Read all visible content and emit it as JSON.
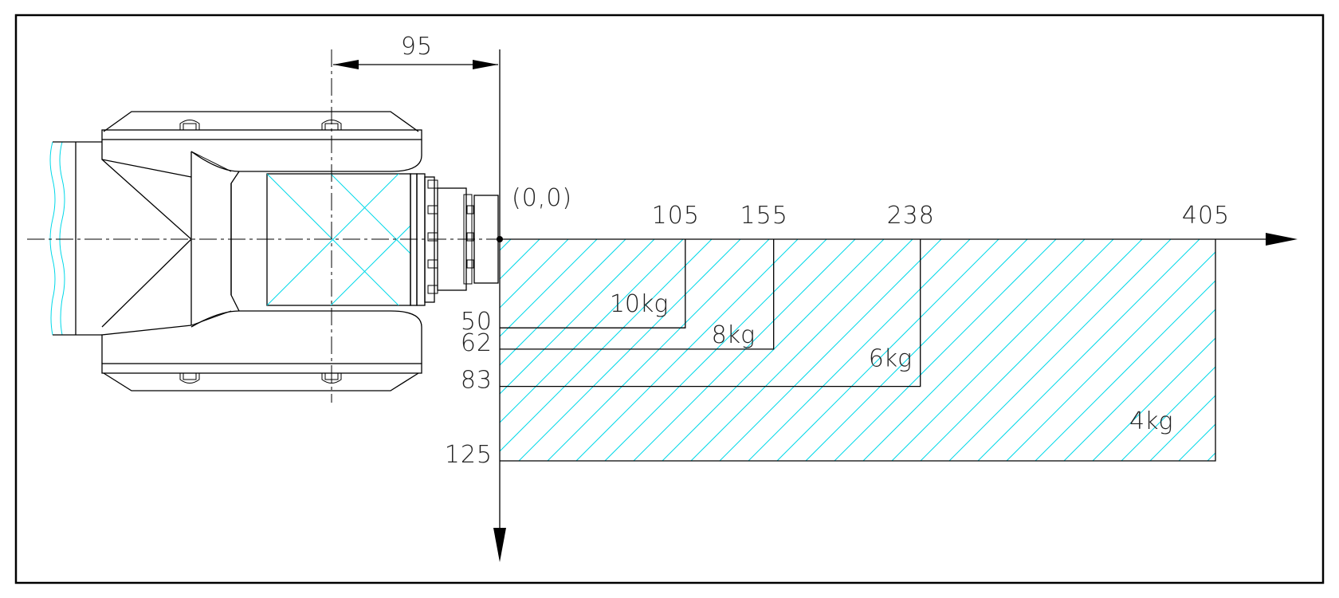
{
  "origin_label": "(0,0)",
  "offset_label": "95",
  "x_ticks": [
    "105",
    "155",
    "238",
    "405"
  ],
  "y_ticks": [
    "50",
    "62",
    "83",
    "125"
  ],
  "zones": [
    {
      "load": "10kg",
      "x_max": 105,
      "y_max": 50
    },
    {
      "load": "8kg",
      "x_max": 155,
      "y_max": 62
    },
    {
      "load": "6kg",
      "x_max": 238,
      "y_max": 83
    },
    {
      "load": "4kg",
      "x_max": 405,
      "y_max": 125
    }
  ],
  "colors": {
    "hatch": "#00d8e8",
    "line": "#000000"
  }
}
